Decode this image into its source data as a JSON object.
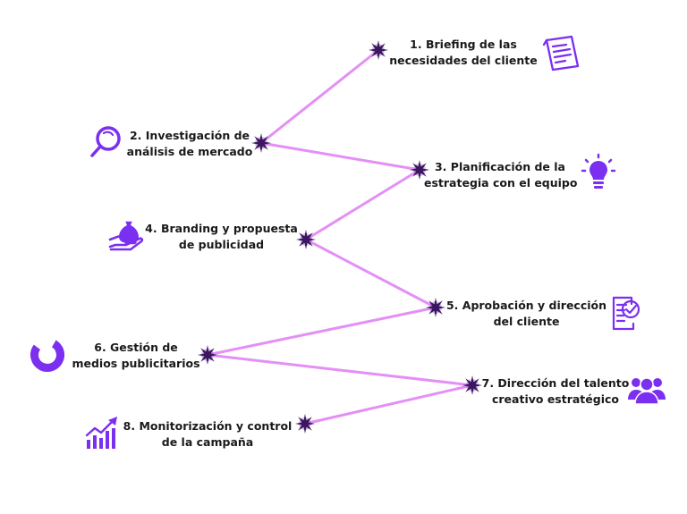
{
  "colors": {
    "line": "#e48ff6",
    "star": "#3c1760",
    "star_glow": "#8a4fc2",
    "icon": "#7b2ff0",
    "text": "#1a1a1a"
  },
  "steps": [
    {
      "line1": "1. Briefing de  las",
      "line2": "necesidades del cliente",
      "icon": "document-icon"
    },
    {
      "line1": "2. Investigación de",
      "line2": "análisis de mercado",
      "icon": "magnifier-icon"
    },
    {
      "line1": "3. Planificación de la",
      "line2": "estrategia con el equipo",
      "icon": "lightbulb-icon"
    },
    {
      "line1": "4. Branding y propuesta",
      "line2": "de publicidad",
      "icon": "money-hand-icon"
    },
    {
      "line1": "5. Aprobación y dirección",
      "line2": "del cliente",
      "icon": "approval-checklist-icon"
    },
    {
      "line1": "6. Gestión de",
      "line2": "medios publicitarios",
      "icon": "donut-chart-icon"
    },
    {
      "line1": "7. Dirección del talento",
      "line2": "creativo estratégico",
      "icon": "people-group-icon"
    },
    {
      "line1": "8. Monitorización y control",
      "line2": "de la campaña",
      "icon": "growth-chart-icon"
    }
  ]
}
